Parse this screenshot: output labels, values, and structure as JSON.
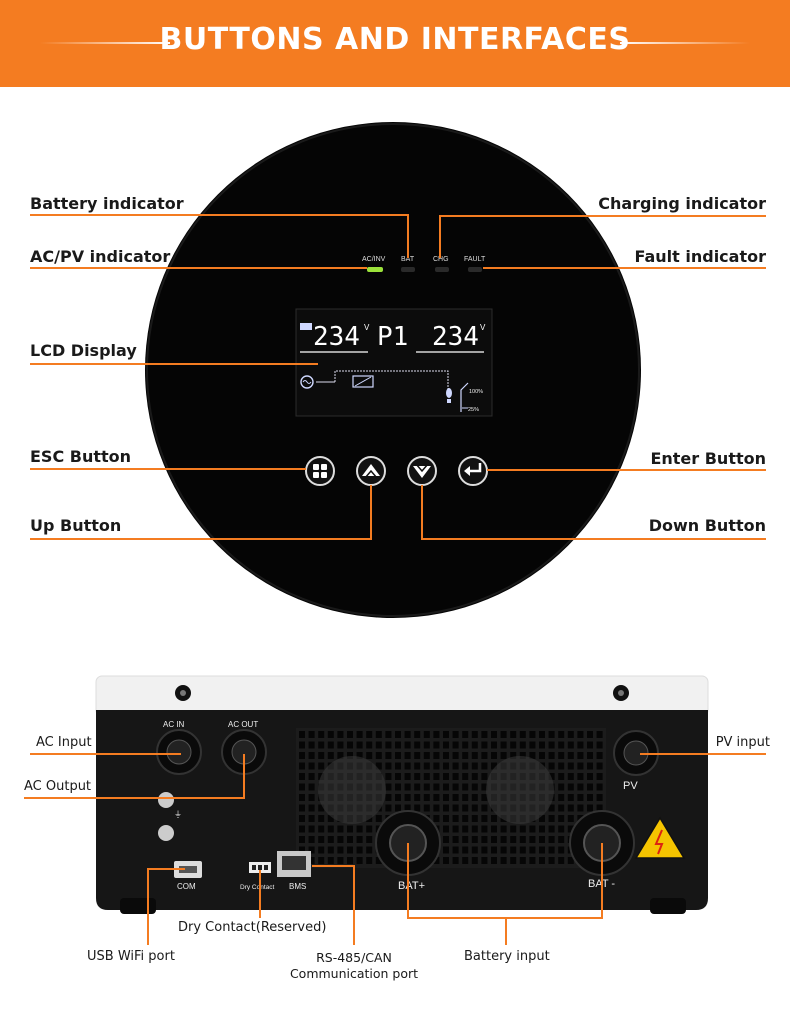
{
  "banner": {
    "title": "BUTTONS AND INTERFACES",
    "accent_color": "#f47c21"
  },
  "panel_callouts": {
    "battery_indicator": "Battery indicator",
    "charging_indicator": "Charging indicator",
    "ac_pv_indicator": "AC/PV indicator",
    "fault_indicator": "Fault indicator",
    "lcd_display": "LCD Display",
    "esc_button": "ESC Button",
    "enter_button": "Enter Button",
    "up_button": "Up Button",
    "down_button": "Down Button"
  },
  "leds": {
    "ac_inv": "AC/INV",
    "bat": "BAT",
    "chg": "CHG",
    "fault": "FAULT",
    "ac_inv_color": "#9be23a"
  },
  "lcd": {
    "left_value": "234",
    "mode": "P1",
    "right_value": "234",
    "unit": "V",
    "load_top": "100%",
    "load_bottom": "25%"
  },
  "rear_callouts": {
    "ac_input": "AC Input",
    "ac_output": "AC Output",
    "pv_input": "PV input",
    "dry_contact": "Dry Contact(Reserved)",
    "usb_wifi": "USB WiFi port",
    "rs485_line1": "RS-485/CAN",
    "rs485_line2": "Communication port",
    "battery_input": "Battery input"
  },
  "rear_ports": {
    "ac_in": "AC IN",
    "ac_out": "AC OUT",
    "pv": "PV",
    "com": "COM",
    "dry_contact": "Dry Contact",
    "bms": "BMS",
    "bat_plus": "BAT+",
    "bat_minus": "BAT -"
  },
  "icons": [
    "esc-grid-icon",
    "up-arrow-icon",
    "down-arrow-icon",
    "enter-arrow-icon",
    "warning-triangle-icon",
    "ground-icon"
  ]
}
